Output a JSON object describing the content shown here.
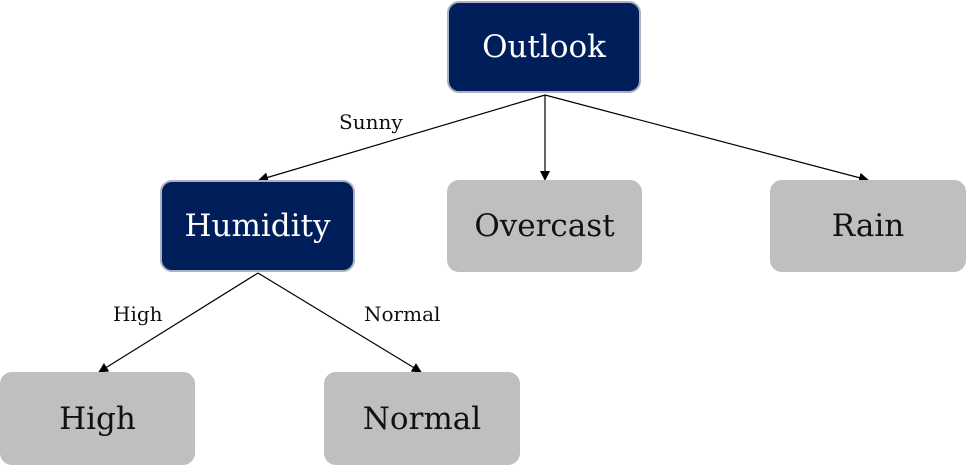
{
  "nodes": {
    "outlook": "Outlook",
    "humidity": "Humidity",
    "overcast": "Overcast",
    "rain": "Rain",
    "high": "High",
    "normal": "Normal"
  },
  "edge_labels": {
    "sunny": "Sunny",
    "high": "High",
    "normal": "Normal"
  },
  "colors": {
    "decision_node": "#001f5a",
    "leaf_node": "#bfbfbf",
    "edge": "#000000"
  }
}
